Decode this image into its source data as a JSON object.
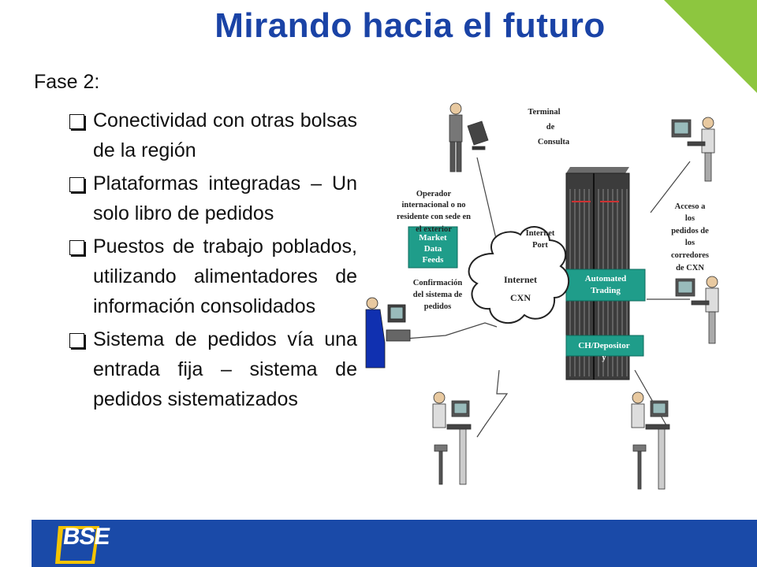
{
  "slide": {
    "title": "Mirando hacia el futuro",
    "phase": "Fase 2:",
    "bullets": [
      "Conectividad con otras bolsas de la región",
      "Plataformas integradas – Un solo libro de pedidos",
      "Puestos de trabajo poblados, utilizando alimentadores de información consolidados",
      "Sistema de pedidos vía una entrada fija – sistema de pedidos sistematizados"
    ],
    "logo": "BSE"
  },
  "diagram": {
    "terminal_label": [
      "Terminal",
      "de",
      "Consulta"
    ],
    "operator_label": [
      "Operador",
      "internacional o no",
      "residente con sede en",
      "el exterior"
    ],
    "market_feeds": [
      "Market",
      "Data",
      "Feeds"
    ],
    "internet_port": [
      "Internet",
      "Port"
    ],
    "confirmation_label": [
      "Confirmación",
      "del sistema de",
      "pedidos"
    ],
    "internet_cloud": [
      "Internet",
      "CXN"
    ],
    "automated_trading": [
      "Automated",
      "Trading"
    ],
    "ch_depository": "CH/Depositor",
    "ch_depository_tail": "y",
    "access_label": [
      "Acceso a",
      "los",
      "pedidos de",
      "los",
      "corredores",
      "de CXN"
    ]
  },
  "colors": {
    "title": "#1a43a6",
    "footer": "#1a4aa8",
    "accent_green": "#8dc63f",
    "teal_box": "#1f9d8a",
    "blue_person": "#1030b0"
  },
  "icons": [
    "checkbox-bullet-icon",
    "person-workstation-icon",
    "server-rack-icon",
    "internet-cloud-icon",
    "bse-logo-icon"
  ]
}
